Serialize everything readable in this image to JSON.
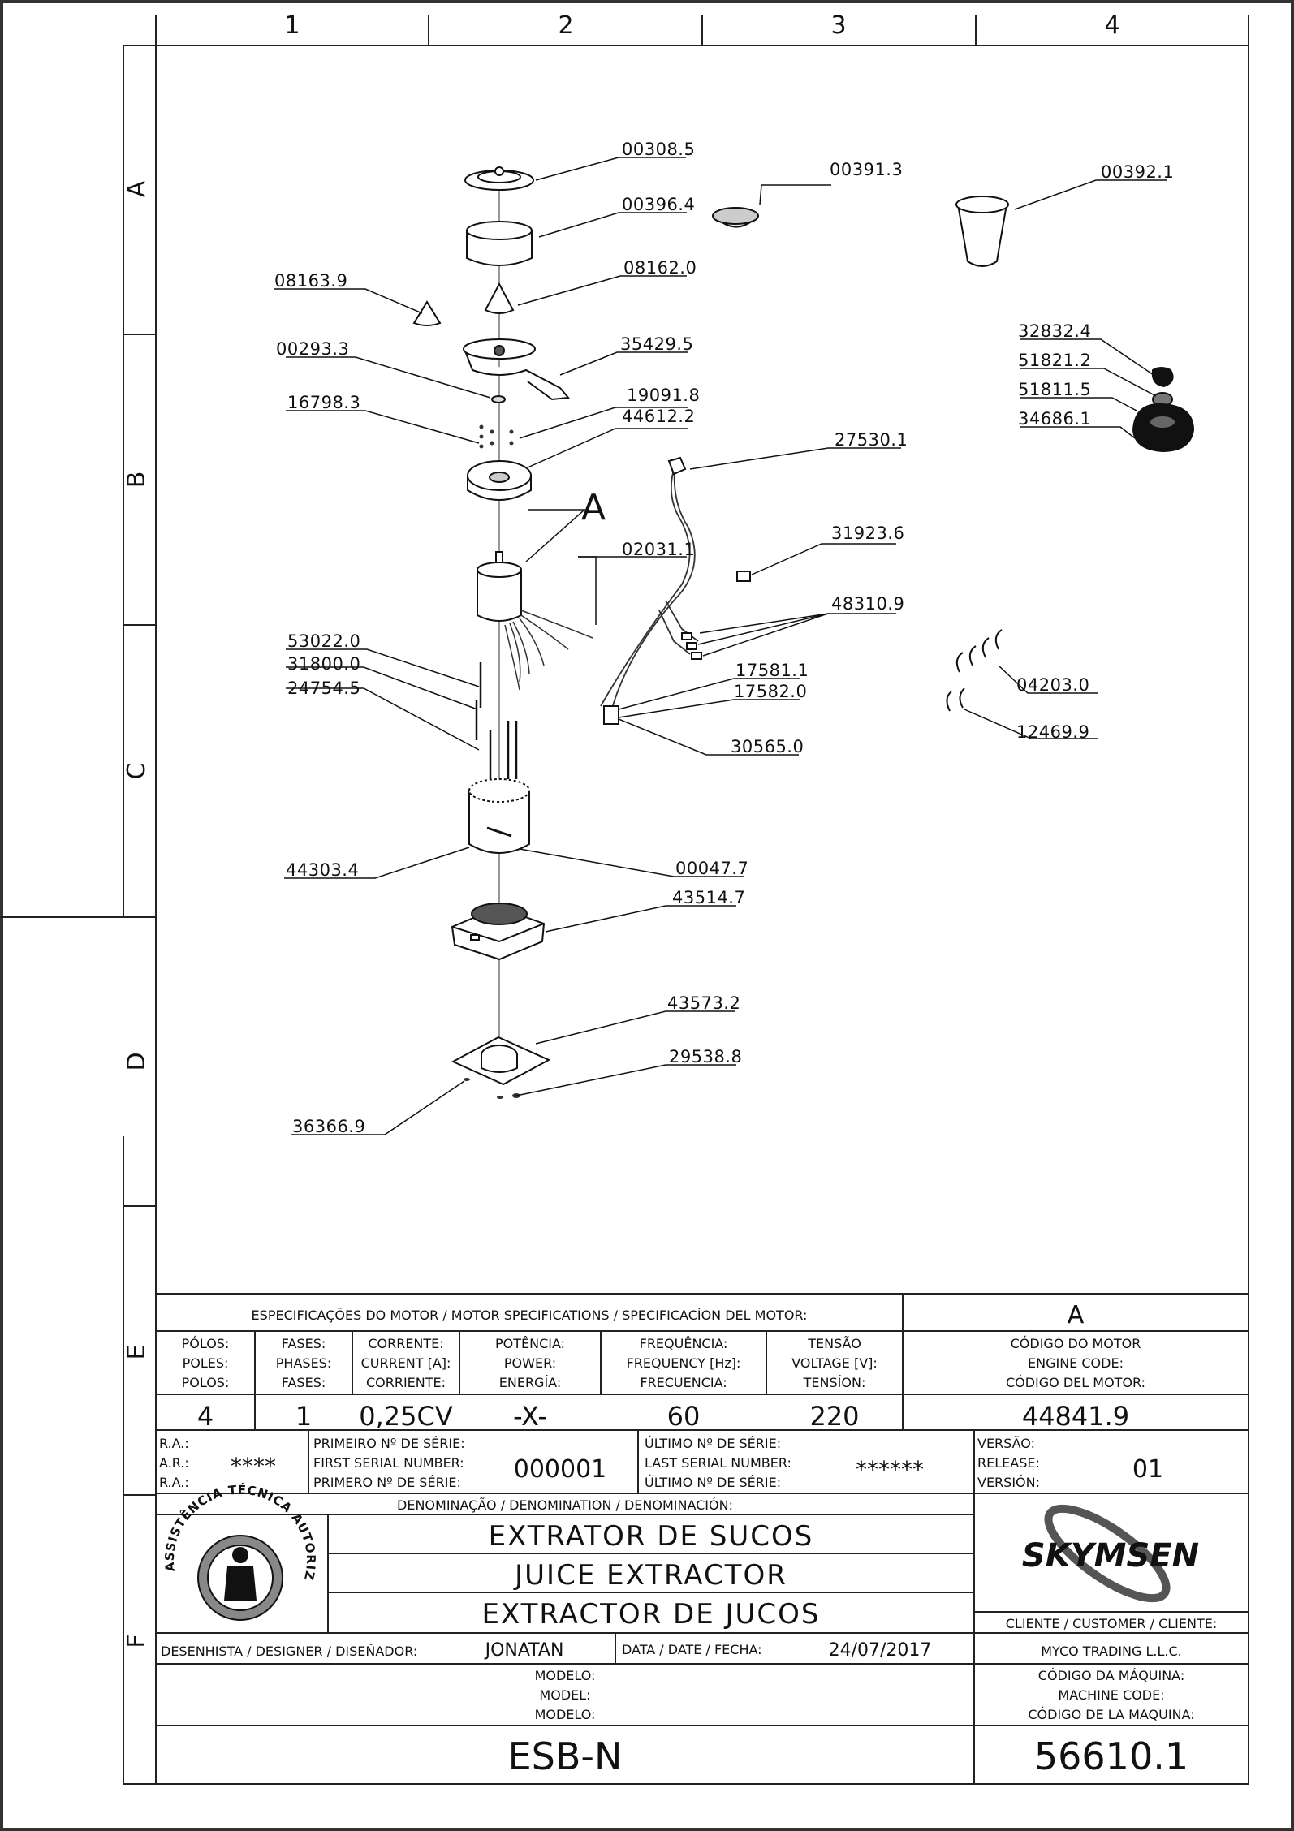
{
  "zones": {
    "columns": [
      "1",
      "2",
      "3",
      "4"
    ],
    "rows": [
      "A",
      "B",
      "C",
      "D",
      "E",
      "F"
    ]
  },
  "parts": {
    "p00308_5": "00308.5",
    "p00396_4": "00396.4",
    "p08162_0": "08162.0",
    "p08163_9": "08163.9",
    "p00293_3": "00293.3",
    "p35429_5": "35429.5",
    "p16798_3": "16798.3",
    "p19091_8": "19091.8",
    "p44612_2": "44612.2",
    "p00391_3": "00391.3",
    "p00392_1": "00392.1",
    "p32832_4": "32832.4",
    "p51821_2": "51821.2",
    "p51811_5": "51811.5",
    "p34686_1": "34686.1",
    "p27530_1": "27530.1",
    "p31923_6": "31923.6",
    "p02031_1": "02031.1",
    "p48310_9": "48310.9",
    "p53022_0": "53022.0",
    "p31800_0": "31800.0",
    "p24754_5": "24754.5",
    "p17581_1": "17581.1",
    "p17582_0": "17582.0",
    "p30565_0": "30565.0",
    "p04203_0": "04203.0",
    "p12469_9": "12469.9",
    "p44303_4": "44303.4",
    "p00047_7": "00047.7",
    "p43514_7": "43514.7",
    "p43573_2": "43573.2",
    "p29538_8": "29538.8",
    "p36366_9": "36366.9",
    "motor_callout": "A"
  },
  "motor_spec": {
    "header": "ESPECIFICAÇÕES DO MOTOR / MOTOR SPECIFICATIONS / SPECIFICACÍON DEL MOTOR:",
    "motor_ref": "A",
    "columns": [
      {
        "labels": [
          "PÓLOS:",
          "POLES:",
          "POLOS:"
        ],
        "value": "4"
      },
      {
        "labels": [
          "FASES:",
          "PHASES:",
          "FASES:"
        ],
        "value": "1"
      },
      {
        "labels": [
          "CORRENTE:",
          "CURRENT [A]:",
          "CORRIENTE:"
        ],
        "value": "0,25CV"
      },
      {
        "labels": [
          "POTÊNCIA:",
          "POWER:",
          "ENERGÍA:"
        ],
        "value": "-X-"
      },
      {
        "labels": [
          "FREQUÊNCIA:",
          "FREQUENCY [Hz]:",
          "FRECUENCIA:"
        ],
        "value": "60"
      },
      {
        "labels": [
          "TENSÃO",
          "VOLTAGE [V]:",
          "TENSÍON:"
        ],
        "value": "220"
      },
      {
        "labels": [
          "CÓDIGO DO MOTOR",
          "ENGINE CODE:",
          "CÓDIGO DEL MOTOR:"
        ],
        "value": "44841.9"
      }
    ]
  },
  "serials": {
    "ra_labels": [
      "R.A.:",
      "A.R.:",
      "R.A.:"
    ],
    "ra_value": "****",
    "first_labels": [
      "PRIMEIRO Nº DE SÉRIE:",
      "FIRST SERIAL NUMBER:",
      "PRIMERO Nº DE SÉRIE:"
    ],
    "first_value": "000001",
    "last_labels": [
      "ÚLTIMO Nº DE SÉRIE:",
      "LAST SERIAL NUMBER:",
      "ÚLTIMO Nº DE SÉRIE:"
    ],
    "last_value": "******",
    "version_labels": [
      "VERSÃO:",
      "RELEASE:",
      "VERSIÓN:"
    ],
    "version_value": "01"
  },
  "titleblock": {
    "denomination_label": "DENOMINAÇÃO / DENOMINATION / DENOMINACIÓN:",
    "name_pt": "EXTRATOR DE SUCOS",
    "name_en": "JUICE EXTRACTOR",
    "name_es": "EXTRACTOR DE JUCOS",
    "seal_text": "ASSISTÊNCIA TÉCNICA AUTORIZADA",
    "brand": "SKYMSEN",
    "customer_label": "CLIENTE / CUSTOMER / CLIENTE:",
    "customer_value": "MYCO TRADING L.L.C.",
    "designer_label": "DESENHISTA / DESIGNER / DISEÑADOR:",
    "designer_value": "JONATAN",
    "date_label": "DATA / DATE / FECHA:",
    "date_value": "24/07/2017",
    "model_labels": [
      "MODELO:",
      "MODEL:",
      "MODELO:"
    ],
    "model_value": "ESB-N",
    "machine_code_labels": [
      "CÓDIGO DA MÁQUINA:",
      "MACHINE CODE:",
      "CÓDIGO DE LA MAQUINA:"
    ],
    "machine_code_value": "56610.1"
  }
}
